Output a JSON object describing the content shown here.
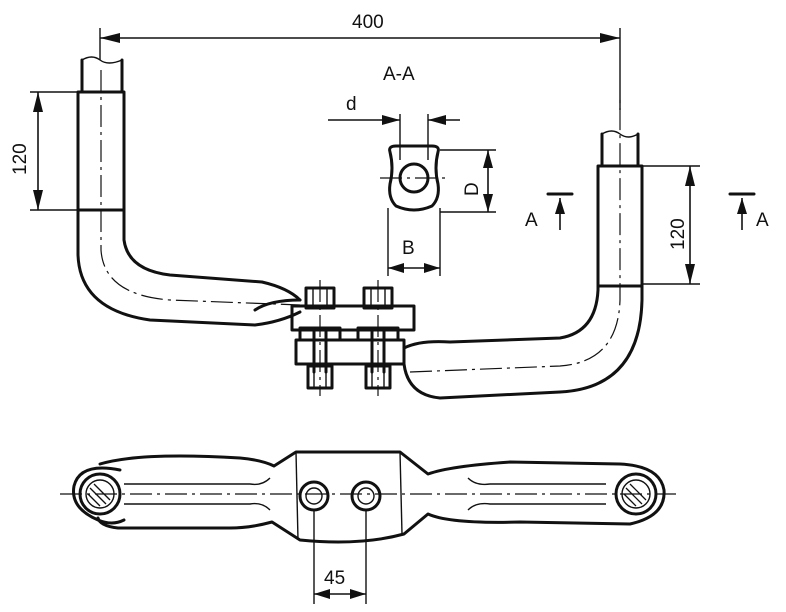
{
  "labels": {
    "overall_length": "400",
    "left_height": "120",
    "right_height": "120",
    "section_title": "A-A",
    "dim_d": "d",
    "dim_D": "D",
    "dim_B": "B",
    "section_mark_left": "A",
    "section_mark_right": "A",
    "bolt_spacing": "45"
  }
}
